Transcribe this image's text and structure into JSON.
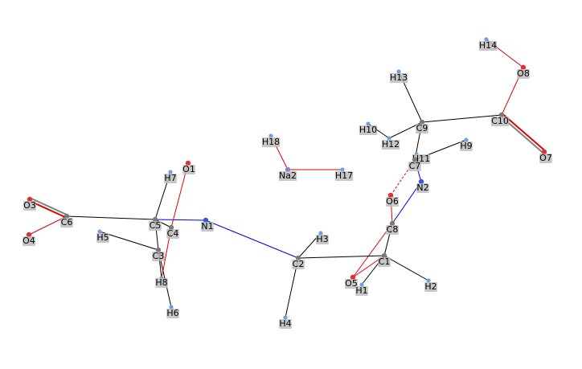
{
  "atoms": [
    {
      "id": "H14",
      "element": "H"
    },
    {
      "id": "O8",
      "element": "O"
    },
    {
      "id": "H13",
      "element": "H"
    },
    {
      "id": "C10",
      "element": "C"
    },
    {
      "id": "H10",
      "element": "H"
    },
    {
      "id": "C9",
      "element": "C"
    },
    {
      "id": "H12",
      "element": "H"
    },
    {
      "id": "H9",
      "element": "H"
    },
    {
      "id": "H11",
      "element": "H"
    },
    {
      "id": "C7",
      "element": "C"
    },
    {
      "id": "O7",
      "element": "O"
    },
    {
      "id": "N2",
      "element": "N"
    },
    {
      "id": "H18",
      "element": "H"
    },
    {
      "id": "Na2",
      "element": "Na"
    },
    {
      "id": "H17",
      "element": "H"
    },
    {
      "id": "O6",
      "element": "O"
    },
    {
      "id": "C8",
      "element": "C"
    },
    {
      "id": "O1",
      "element": "O"
    },
    {
      "id": "H7",
      "element": "H"
    },
    {
      "id": "O3",
      "element": "O"
    },
    {
      "id": "C6",
      "element": "C"
    },
    {
      "id": "C5",
      "element": "C"
    },
    {
      "id": "C4",
      "element": "C"
    },
    {
      "id": "N1",
      "element": "N"
    },
    {
      "id": "O4",
      "element": "O"
    },
    {
      "id": "H5",
      "element": "H"
    },
    {
      "id": "C3",
      "element": "C"
    },
    {
      "id": "H3",
      "element": "H"
    },
    {
      "id": "C2",
      "element": "C"
    },
    {
      "id": "C1",
      "element": "C"
    },
    {
      "id": "H8",
      "element": "H"
    },
    {
      "id": "O5",
      "element": "O"
    },
    {
      "id": "H1",
      "element": "H"
    },
    {
      "id": "H2",
      "element": "H"
    },
    {
      "id": "H6",
      "element": "H"
    },
    {
      "id": "H4",
      "element": "H"
    }
  ],
  "colors": {
    "C": "#7a7a7a",
    "H": "#6fa0e6",
    "O": "#e03030",
    "N": "#3a50e6",
    "Na": "#7a8cc8",
    "label_bg": "#bdbdbd",
    "bond_single": "#000000",
    "bond_co": "#e00000",
    "bond_cn": "#0000e0",
    "bond_double": "#808080"
  }
}
